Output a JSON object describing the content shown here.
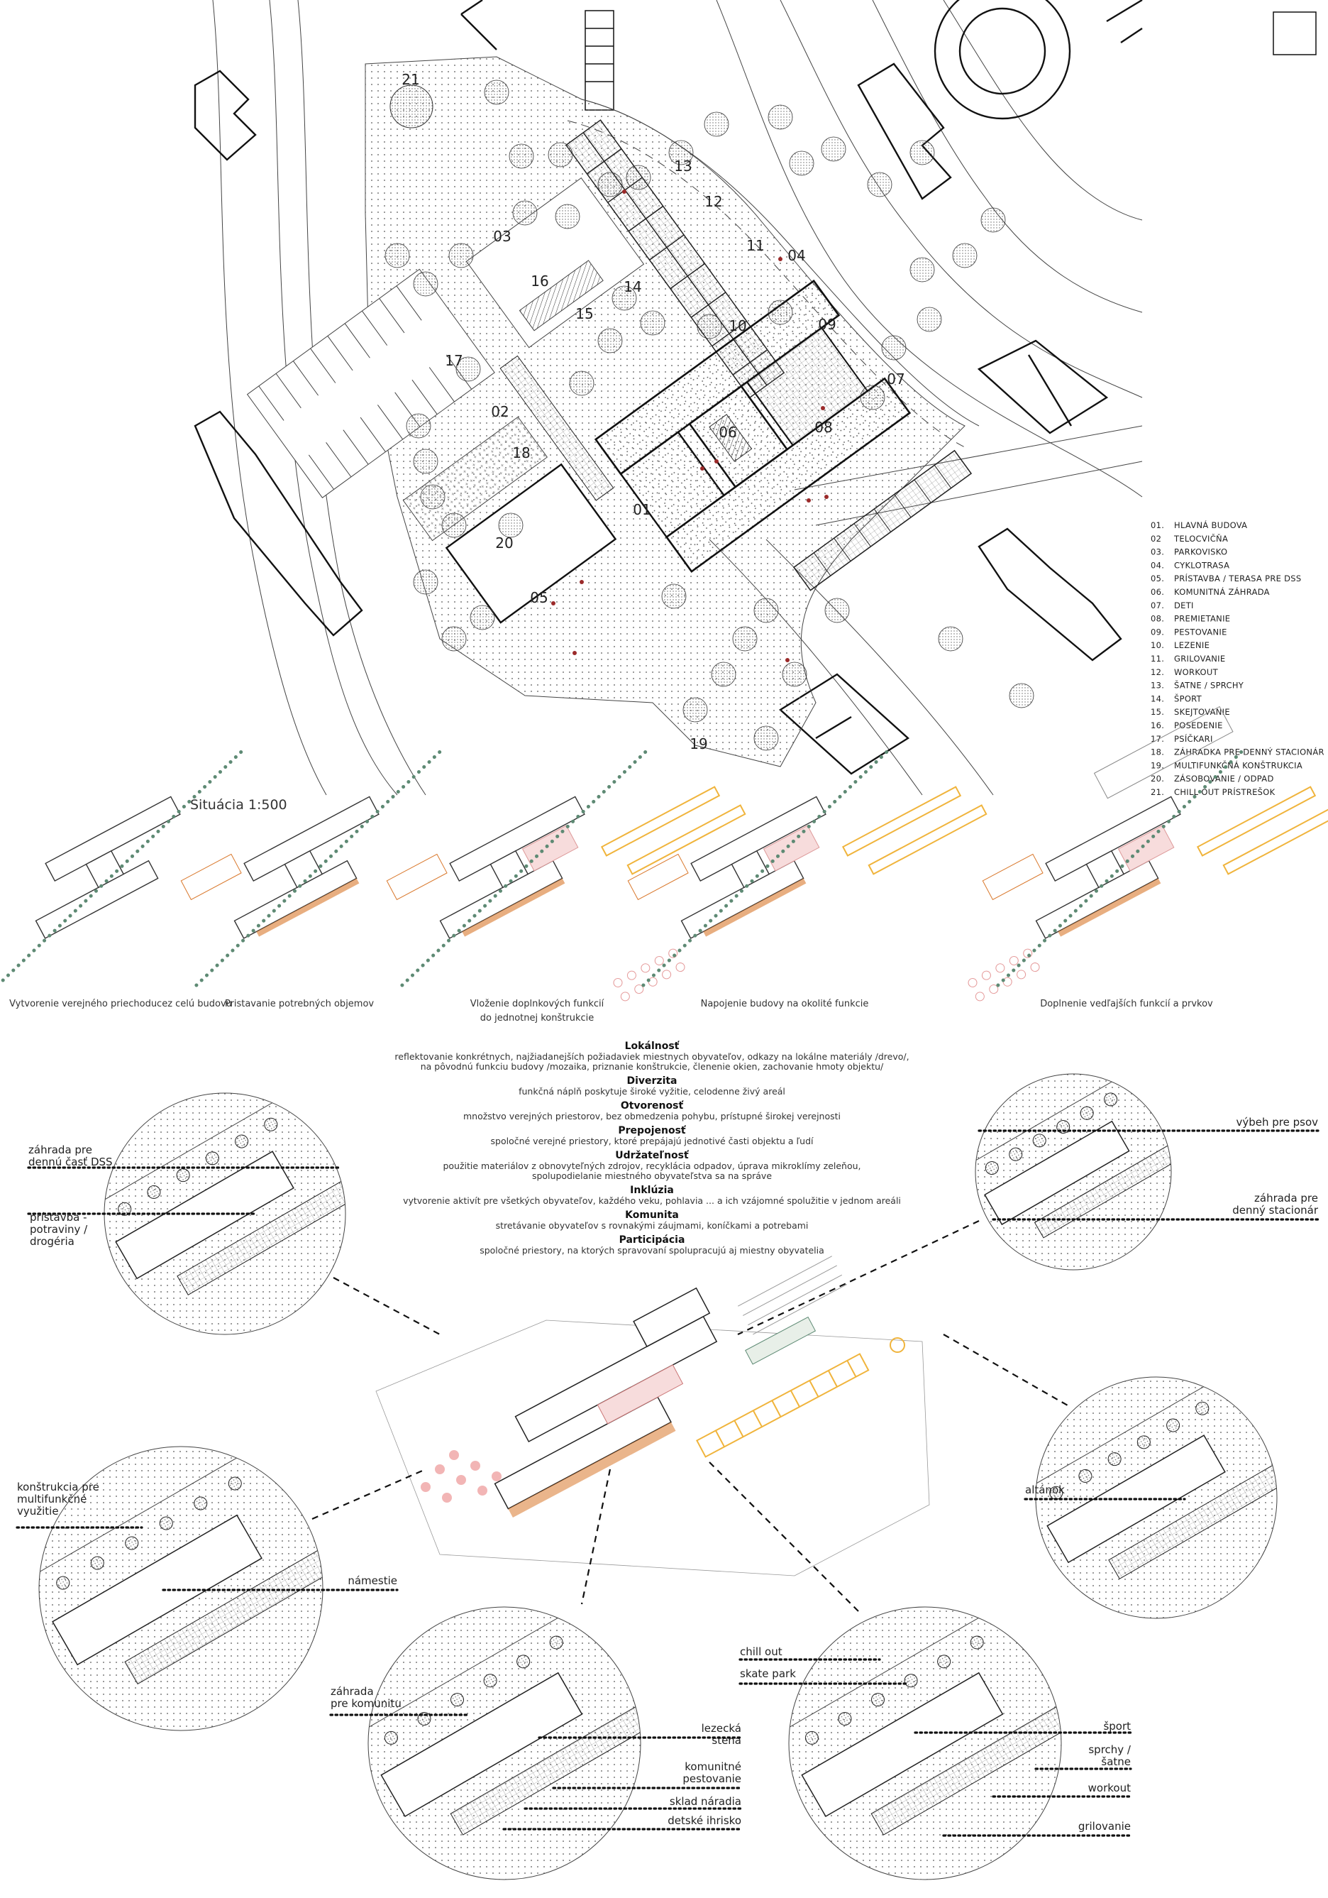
{
  "site_plan": {
    "title": "Situácia 1:500",
    "numbers": [
      "01",
      "02",
      "03",
      "04",
      "05",
      "06",
      "07",
      "08",
      "09",
      "10",
      "11",
      "12",
      "13",
      "14",
      "15",
      "16",
      "17",
      "18",
      "19",
      "20",
      "21"
    ]
  },
  "legend": [
    {
      "num": "01.",
      "label": "HLAVNÁ BUDOVA"
    },
    {
      "num": "02",
      "label": "TELOCVIČŇA"
    },
    {
      "num": "03.",
      "label": "PARKOVISKO"
    },
    {
      "num": "04.",
      "label": "CYKLOTRASA"
    },
    {
      "num": "05.",
      "label": "PRÍSTAVBA / TERASA PRE DSS"
    },
    {
      "num": "06.",
      "label": "KOMUNITNÁ ZÁHRADA"
    },
    {
      "num": "07.",
      "label": "DETI"
    },
    {
      "num": "08.",
      "label": "PREMIETANIE"
    },
    {
      "num": "09.",
      "label": "PESTOVANIE"
    },
    {
      "num": "10.",
      "label": "LEZENIE"
    },
    {
      "num": "11.",
      "label": "GRILOVANIE"
    },
    {
      "num": "12.",
      "label": "WORKOUT"
    },
    {
      "num": "13.",
      "label": "ŠATNE / SPRCHY"
    },
    {
      "num": "14.",
      "label": "ŠPORT"
    },
    {
      "num": "15.",
      "label": "SKEJTOVANIE"
    },
    {
      "num": "16.",
      "label": "POSEDENIE"
    },
    {
      "num": "17.",
      "label": "PSÍČKARI"
    },
    {
      "num": "18.",
      "label": "ZÁHRADKA PRE DENNÝ STACIONÁR"
    },
    {
      "num": "19.",
      "label": "MULTIFUNKČNÁ KONŠTRUKCIA"
    },
    {
      "num": "20.",
      "label": "ZÁSOBOVANIE / ODPAD"
    },
    {
      "num": "21.",
      "label": "CHILL OUT PRÍSTREŠOK"
    }
  ],
  "steps": [
    {
      "caption": [
        "Vytvorenie verejného priechoducez celú budovu"
      ]
    },
    {
      "caption": [
        "Pristavanie potrebných objemov"
      ]
    },
    {
      "caption": [
        "Vloženie doplnkových funkcií",
        "do jednotnej konštrukcie"
      ]
    },
    {
      "caption": [
        "Napojenie budovy na okolité funkcie"
      ]
    },
    {
      "caption": [
        "Doplnenie vedľajších funkcií a prvkov"
      ]
    }
  ],
  "principles": [
    {
      "title": "Lokálnosť",
      "lines": [
        "reflektovanie konkrétnych, najžiadanejších požiadaviek miestnych  obyvateľov, odkazy na lokálne materiály /drevo/,",
        "na pôvodnú funkciu budovy /mozaika, priznanie konštrukcie, členenie okien, zachovanie hmoty objektu/"
      ]
    },
    {
      "title": "Diverzita",
      "lines": [
        "funkčná náplň poskytuje široké vyžitie, celodenne živý areál"
      ]
    },
    {
      "title": "Otvorenosť",
      "lines": [
        "množstvo verejných priestorov, bez obmedzenia pohybu, prístupné širokej verejnosti"
      ]
    },
    {
      "title": "Prepojenosť",
      "lines": [
        "spoločné verejné priestory, ktoré prepájajú jednotivé časti objektu a ľudí"
      ]
    },
    {
      "title": "Udržateľnosť",
      "lines": [
        "použitie materiálov z obnovyteľných zdrojov, recyklácia odpadov, úprava mikroklímy zeleňou,",
        "spolupodielanie miestného obyvateľstva sa na správe"
      ]
    },
    {
      "title": "Inklúzia",
      "lines": [
        "vytvorenie aktivít pre všetkých obyvateľov, každého veku, pohlavia ... a ich vzájomné spolužitie v jednom areáli"
      ]
    },
    {
      "title": "Komunita",
      "lines": [
        "stretávanie obyvateľov s rovnakými záujmami, koníčkami a potrebami"
      ]
    },
    {
      "title": "Participácia",
      "lines": [
        "spoločné priestory, na ktorých spravovaní spolupracujú  aj miestny obyvatelia"
      ]
    }
  ],
  "callouts": {
    "dss": {
      "labels": [
        [
          "záhrada pre",
          "dennú časť DSS"
        ],
        [
          "prístavba -",
          "potraviny /",
          "drogéria"
        ]
      ]
    },
    "stacionar": {
      "labels": [
        [
          "výbeh pre psov"
        ],
        [
          "záhrada pre",
          "denný stacionár"
        ]
      ]
    },
    "square": {
      "labels": [
        [
          "konštrukcia pre",
          "multifunkčné",
          "využitie"
        ],
        [
          "námestie"
        ]
      ]
    },
    "gazebo": {
      "labels": [
        [
          "altánok"
        ]
      ]
    },
    "community": {
      "labels": [
        [
          "záhrada",
          "pre komunitu"
        ],
        [
          "lezecká",
          "stena"
        ],
        [
          "komunitné",
          "pestovanie"
        ],
        [
          "sklad náradia"
        ],
        [
          "detské ihrisko"
        ]
      ]
    },
    "sport": {
      "labels": [
        [
          "chill out"
        ],
        [
          "skate park"
        ],
        [
          "šport"
        ],
        [
          "sprchy /",
          "šatne"
        ],
        [
          "workout"
        ],
        [
          "grilovanie"
        ]
      ]
    }
  },
  "colors": {
    "line": "#111111",
    "green_path": "#5e8a74",
    "orange": "#d9782c",
    "yellow": "#f0b43c",
    "red_people": "#9b2a2a",
    "pink": "#e59a9a"
  }
}
